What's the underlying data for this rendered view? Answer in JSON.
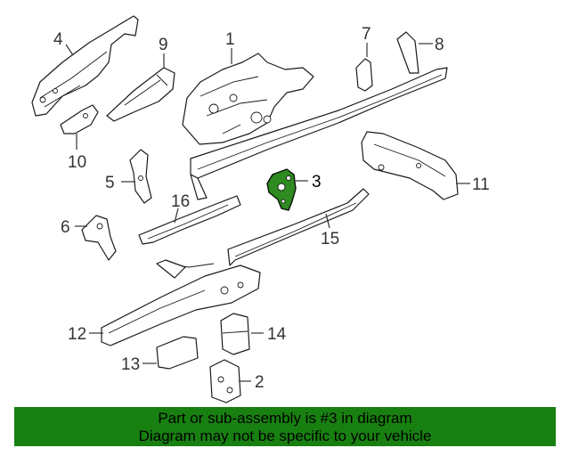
{
  "diagram": {
    "highlighted_part": "3",
    "highlight_color": "#2e8b1f",
    "callouts": [
      {
        "id": "c1",
        "label": "1"
      },
      {
        "id": "c2",
        "label": "2"
      },
      {
        "id": "c3",
        "label": "3"
      },
      {
        "id": "c4",
        "label": "4"
      },
      {
        "id": "c5",
        "label": "5"
      },
      {
        "id": "c6",
        "label": "6"
      },
      {
        "id": "c7",
        "label": "7"
      },
      {
        "id": "c8",
        "label": "8"
      },
      {
        "id": "c9",
        "label": "9"
      },
      {
        "id": "c10",
        "label": "10"
      },
      {
        "id": "c11",
        "label": "11"
      },
      {
        "id": "c12",
        "label": "12"
      },
      {
        "id": "c13",
        "label": "13"
      },
      {
        "id": "c14",
        "label": "14"
      },
      {
        "id": "c15",
        "label": "15"
      },
      {
        "id": "c16",
        "label": "16"
      }
    ]
  },
  "banner": {
    "line1": "Part or sub-assembly is #3 in diagram",
    "line2": "Diagram may not be specific to your vehicle",
    "background": "#188010"
  }
}
